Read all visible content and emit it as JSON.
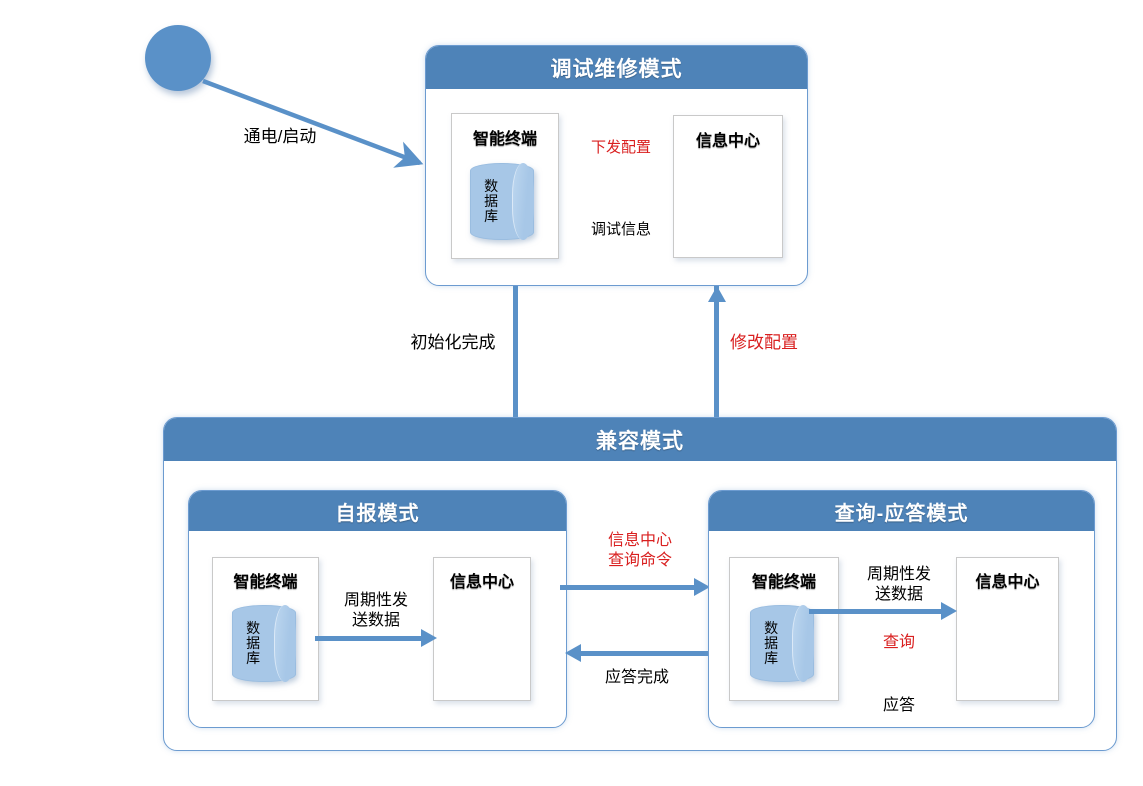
{
  "diagram": {
    "title_top_mode": "调试维修模式",
    "title_compat_mode": "兼容模式",
    "title_selfreport_mode": "自报模式",
    "title_query_response_mode": "查询-应答模式",
    "node_terminal": "智能终端",
    "node_center": "信息中心",
    "node_database": [
      "数",
      "据",
      "库"
    ],
    "colors": {
      "header_blue": "#4E83B8",
      "arrow_blue": "#5A91C8",
      "db_blue": "#A7C7E7",
      "red_label": "#D91F1F",
      "box_border": "#6C9BD0"
    }
  },
  "labels": {
    "power_on": "通电/启动",
    "init_done": "初始化完成",
    "modify_config": "修改配置",
    "send_config": "下发配置",
    "debug_info": "调试信息",
    "periodic_send": "周期性发\n送数据",
    "center_query_cmd": "信息中心\n查询命令",
    "response_done": "应答完成",
    "query": "查询",
    "response": "应答"
  },
  "top_mode": {
    "title": "调试维修模式",
    "terminal": "智能终端",
    "center": "信息中心",
    "db": [
      "数",
      "据",
      "库"
    ],
    "arrow_in_label": "下发配置",
    "arrow_out_label": "调试信息"
  },
  "self_report": {
    "title": "自报模式",
    "terminal": "智能终端",
    "center": "信息中心",
    "db": [
      "数",
      "据",
      "库"
    ],
    "arrow_label": "周期性发\n送数据"
  },
  "query_response": {
    "title": "查询-应答模式",
    "terminal": "智能终端",
    "center": "信息中心",
    "db": [
      "数",
      "据",
      "库"
    ],
    "arrow_label": "周期性发\n送数据",
    "query_label": "查询",
    "response_label": "应答"
  }
}
